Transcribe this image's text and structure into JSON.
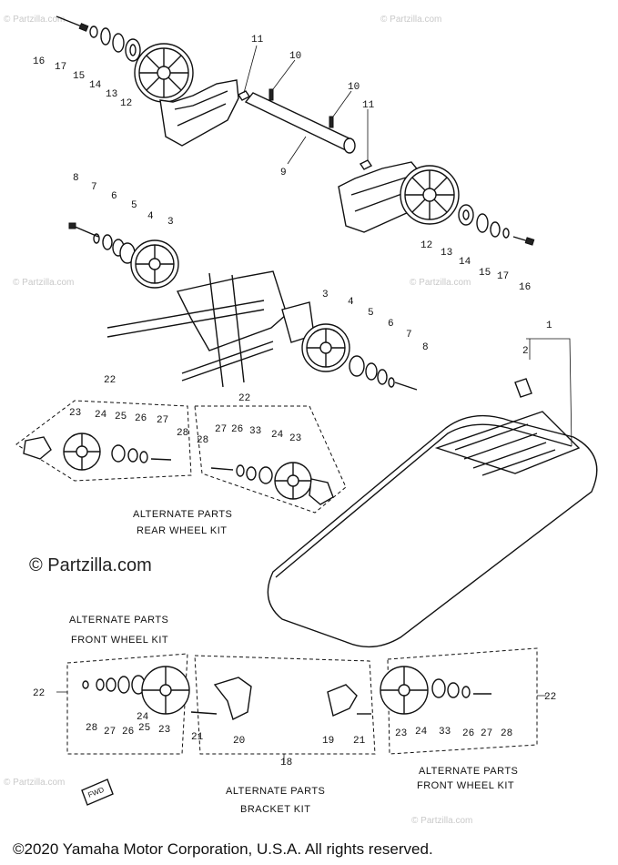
{
  "watermark": {
    "small_text": "© Partzilla.com",
    "large_text": "© Partzilla.com"
  },
  "copyright": "©2020 Yamaha Motor Corporation, U.S.A. All rights reserved.",
  "captions": {
    "rear_wheel_kit_line1": "ALTERNATE PARTS",
    "rear_wheel_kit_line2": "REAR WHEEL KIT",
    "front_wheel_kit_left_line1": "ALTERNATE PARTS",
    "front_wheel_kit_left_line2": "FRONT WHEEL KIT",
    "bracket_kit_line1": "ALTERNATE PARTS",
    "bracket_kit_line2": "BRACKET KIT",
    "front_wheel_kit_right_line1": "ALTERNATE PARTS",
    "front_wheel_kit_right_line2": "FRONT WHEEL KIT"
  },
  "fwd_tag": "FWD",
  "callouts": {
    "c16a": "16",
    "c17a": "17",
    "c15a": "15",
    "c14a": "14",
    "c13a": "13",
    "c12a": "12",
    "c11a": "11",
    "c10a": "10",
    "c10b": "10",
    "c11b": "11",
    "c9": "9",
    "c12b": "12",
    "c13b": "13",
    "c14b": "14",
    "c15b": "15",
    "c17b": "17",
    "c16b": "16",
    "c8a": "8",
    "c7a": "7",
    "c6a": "6",
    "c5a": "5",
    "c4a": "4",
    "c3a": "3",
    "c3b": "3",
    "c4b": "4",
    "c5b": "5",
    "c6b": "6",
    "c7b": "7",
    "c8b": "8",
    "c1": "1",
    "c2": "2",
    "c22a": "22",
    "c22b": "22",
    "c23a": "23",
    "c24a": "24",
    "c25a": "25",
    "c26a": "26",
    "c27a": "27",
    "c28a": "28",
    "c28b": "28",
    "c27b": "27",
    "c26b": "26",
    "c33a": "33",
    "c24b": "24",
    "c23b": "23",
    "c22c": "22",
    "c28c": "28",
    "c27c": "27",
    "c26c": "26",
    "c25c": "25",
    "c24c": "24",
    "c23c": "23",
    "c21a": "21",
    "c20": "20",
    "c18": "18",
    "c19": "19",
    "c21b": "21",
    "c23d": "23",
    "c24d": "24",
    "c33b": "33",
    "c26d": "26",
    "c27d": "27",
    "c28d": "28",
    "c22d": "22"
  }
}
